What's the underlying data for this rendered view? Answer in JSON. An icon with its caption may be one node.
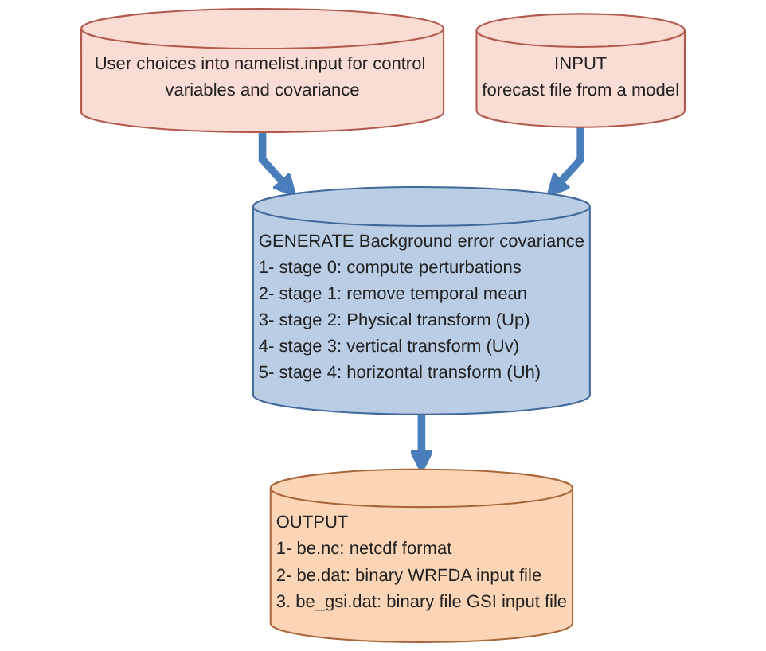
{
  "diagram": {
    "nodes": [
      {
        "text": [
          "User choices into namelist.input for control variables and covariance"
        ]
      },
      {
        "text": [
          "INPUT",
          "forecast file from a model"
        ]
      },
      {
        "text": [
          "GENERATE Background error covariance",
          "1- stage 0: compute perturbations",
          "2- stage 1: remove temporal mean",
          "3- stage 2: Physical transform (Up)",
          "4- stage 3: vertical transform (Uv)",
          "5- stage 4: horizontal transform (Uh)"
        ]
      },
      {
        "text": [
          "OUTPUT",
          "1- be.nc: netcdf format",
          "2- be.dat: binary WRFDA input file",
          "3. be_gsi.dat: binary file GSI input file"
        ]
      }
    ],
    "edges": [
      {
        "from": 0,
        "to": 2,
        "arrow": "to"
      },
      {
        "from": 1,
        "to": 2,
        "arrow": "to"
      },
      {
        "from": 2,
        "to": 3,
        "arrow": "to"
      }
    ]
  }
}
